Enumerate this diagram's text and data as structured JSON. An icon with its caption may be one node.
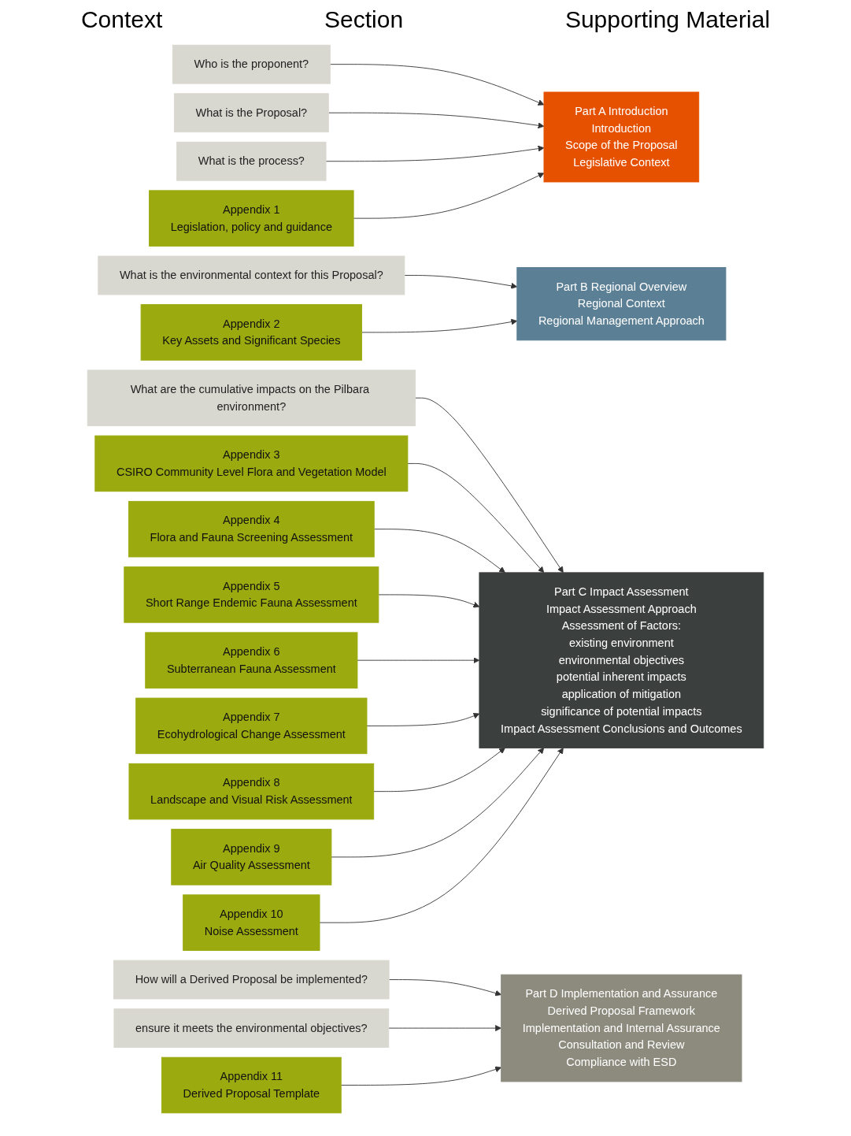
{
  "diagram": {
    "nodes": [
      {
        "text": [
          "Who is the proponent?"
        ]
      },
      {
        "text": [
          "What is the Proposal?"
        ]
      },
      {
        "text": [
          "What is the process?"
        ]
      },
      {
        "text": [
          "Part A Introduction",
          "Introduction",
          "Scope of the Proposal",
          "Legislative Context"
        ]
      },
      {
        "text": [
          "Appendix 1",
          "Legislation, policy and guidance"
        ]
      },
      {
        "text": [
          "What is the environmental context for this Proposal?"
        ]
      },
      {
        "text": [
          "Part B Regional Overview",
          "Regional Context",
          "Regional Management Approach"
        ]
      },
      {
        "text": [
          "Appendix 2",
          "Key Assets and Significant Species"
        ]
      },
      {
        "text": [
          "Appendix 3",
          "CSIRO Community Level Flora and Vegetation Model"
        ]
      },
      {
        "text": [
          "Appendix 4",
          "Flora and Fauna Screening Assessment"
        ]
      },
      {
        "text": [
          "Appendix 5",
          "Short Range Endemic Fauna Assessment"
        ]
      },
      {
        "text": [
          "What are the cumulative impacts on the Pilbara environment?"
        ]
      },
      {
        "text": [
          "Part C Impact Assessment",
          "Impact Assessment Approach",
          "Assessment of Factors:",
          "existing environment",
          "environmental objectives",
          "potential inherent impacts",
          "application of mitigation",
          "significance of potential impacts",
          "Impact Assessment Conclusions and Outcomes"
        ]
      },
      {
        "text": [
          "Appendix 6",
          "Subterranean Fauna Assessment"
        ]
      },
      {
        "text": [
          "Appendix 7",
          "Ecohydrological Change Assessment"
        ]
      },
      {
        "text": [
          "Appendix 8",
          "Landscape and Visual Risk Assessment"
        ]
      },
      {
        "text": [
          "Appendix 9",
          "Air Quality Assessment"
        ]
      },
      {
        "text": [
          "Appendix 10",
          "Noise Assessment"
        ]
      },
      {
        "text": [
          "How will a Derived Proposal be implemented?"
        ]
      },
      {
        "text": [
          "Part D Implementation and Assurance",
          "Derived Proposal Framework",
          "Implementation and Internal Assurance",
          "Consultation and Review",
          "Compliance with ESD"
        ]
      },
      {
        "text": [
          "Appendix 11",
          "Derived Proposal Template"
        ]
      },
      {
        "text": [
          "ensure it meets the environmental objectives?"
        ]
      }
    ],
    "edges": [
      {
        "from": 0,
        "to": 3,
        "arrow": "to"
      },
      {
        "from": 1,
        "to": 3,
        "arrow": "to"
      },
      {
        "from": 2,
        "to": 3,
        "arrow": "to"
      },
      {
        "from": 4,
        "to": 3,
        "arrow": "to"
      },
      {
        "from": 5,
        "to": 6,
        "arrow": "to"
      },
      {
        "from": 7,
        "to": 6,
        "arrow": "to"
      },
      {
        "from": 11,
        "to": 12,
        "arrow": "to"
      },
      {
        "from": 8,
        "to": 12,
        "arrow": "to"
      },
      {
        "from": 9,
        "to": 12,
        "arrow": "to"
      },
      {
        "from": 10,
        "to": 12,
        "arrow": "to"
      },
      {
        "from": 13,
        "to": 12,
        "arrow": "to"
      },
      {
        "from": 14,
        "to": 12,
        "arrow": "to"
      },
      {
        "from": 15,
        "to": 12,
        "arrow": "to"
      },
      {
        "from": 16,
        "to": 12,
        "arrow": "to"
      },
      {
        "from": 17,
        "to": 12,
        "arrow": "to"
      },
      {
        "from": 18,
        "to": 19,
        "arrow": "to"
      },
      {
        "from": 21,
        "to": 19,
        "arrow": "to"
      },
      {
        "from": 20,
        "to": 19,
        "arrow": "to"
      }
    ],
    "labels": [
      "Context",
      "Section",
      "Supporting Material"
    ]
  }
}
